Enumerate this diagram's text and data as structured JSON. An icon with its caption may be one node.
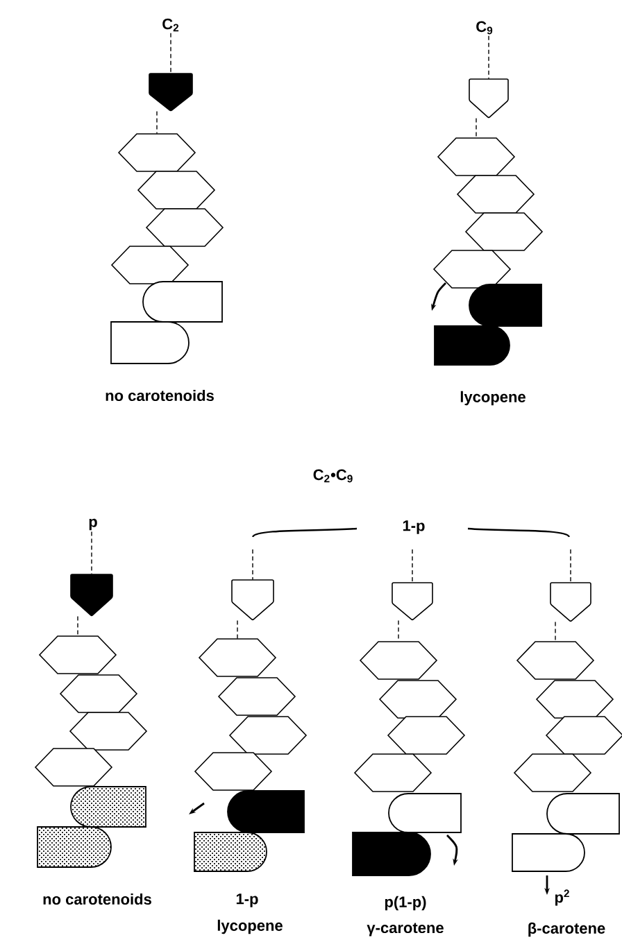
{
  "diagram": {
    "nodes": [
      {
        "text": [
          "C$_{2}$"
        ]
      },
      {
        "text": [],
        "shape": "pentagon"
      },
      {
        "text": [],
        "shape": "hexagon"
      },
      {
        "text": [],
        "shape": "hexagon"
      },
      {
        "text": [],
        "shape": "hexagon"
      },
      {
        "text": [],
        "shape": "hexagon"
      },
      {
        "text": [],
        "shape": "box"
      },
      {
        "text": [],
        "shape": "box"
      },
      {
        "text": [
          "C$_{9}$"
        ]
      },
      {
        "text": [],
        "shape": "pentagon"
      },
      {
        "text": [],
        "shape": "hexagon"
      },
      {
        "text": [],
        "shape": "hexagon"
      },
      {
        "text": [],
        "shape": "hexagon"
      },
      {
        "text": [],
        "shape": "hexagon"
      },
      {
        "text": [],
        "shape": "box"
      },
      {
        "text": [],
        "shape": "box"
      },
      {
        "text": [
          "p"
        ]
      },
      {
        "text": [],
        "shape": "pentagon"
      },
      {
        "text": [],
        "shape": "hexagon"
      },
      {
        "text": [],
        "shape": "hexagon"
      },
      {
        "text": [],
        "shape": "hexagon"
      },
      {
        "text": [],
        "shape": "hexagon"
      },
      {
        "text": [],
        "shape": "box"
      },
      {
        "text": [],
        "shape": "box"
      },
      {
        "text": [],
        "shape": "pentagon"
      },
      {
        "text": [],
        "shape": "hexagon"
      },
      {
        "text": [],
        "shape": "hexagon"
      },
      {
        "text": [],
        "shape": "hexagon"
      },
      {
        "text": [],
        "shape": "hexagon"
      },
      {
        "text": [],
        "shape": "box"
      },
      {
        "text": [],
        "shape": "box"
      },
      {
        "text": [],
        "shape": "pentagon"
      },
      {
        "text": [],
        "shape": "hexagon"
      },
      {
        "text": [],
        "shape": "hexagon"
      },
      {
        "text": [],
        "shape": "hexagon"
      },
      {
        "text": [],
        "shape": "hexagon"
      },
      {
        "text": [],
        "shape": "box"
      },
      {
        "text": [],
        "shape": "box"
      },
      {
        "text": [],
        "shape": "pentagon"
      },
      {
        "text": [],
        "shape": "hexagon"
      },
      {
        "text": [],
        "shape": "hexagon"
      },
      {
        "text": [],
        "shape": "hexagon"
      },
      {
        "text": [],
        "shape": "hexagon"
      },
      {
        "text": [],
        "shape": "box"
      },
      {
        "text": [],
        "shape": "box"
      }
    ],
    "edges": [
      {
        "from": 0,
        "to": 1,
        "arrow": "none",
        "style": "dashed"
      },
      {
        "from": 1,
        "to": 2,
        "arrow": "none",
        "style": "dashed"
      },
      {
        "from": 8,
        "to": 9,
        "arrow": "none",
        "style": "dashed"
      },
      {
        "from": 9,
        "to": 10,
        "arrow": "none",
        "style": "dashed"
      },
      {
        "from": 16,
        "to": 17,
        "arrow": "none",
        "style": "dashed"
      },
      {
        "from": 17,
        "to": 18,
        "arrow": "none",
        "style": "dashed"
      },
      {
        "from": null,
        "to": 24,
        "arrow": "none",
        "style": "dashed"
      },
      {
        "from": 24,
        "to": 25,
        "arrow": "none",
        "style": "dashed"
      },
      {
        "from": null,
        "to": 31,
        "arrow": "none",
        "style": "dashed"
      },
      {
        "from": 31,
        "to": 32,
        "arrow": "none",
        "style": "dashed"
      },
      {
        "from": null,
        "to": 38,
        "arrow": "none",
        "style": "dashed"
      },
      {
        "from": 38,
        "to": 39,
        "arrow": "none",
        "style": "dashed"
      }
    ],
    "labels": [
      "no carotenoids",
      "lycopene",
      "C$_{2}$•C$_{9}$",
      "1-p",
      "no carotenoids",
      "1-p",
      "lycopene",
      "p(1-p)",
      "γ-carotene",
      "p$^{2}$",
      "β-carotene"
    ]
  }
}
